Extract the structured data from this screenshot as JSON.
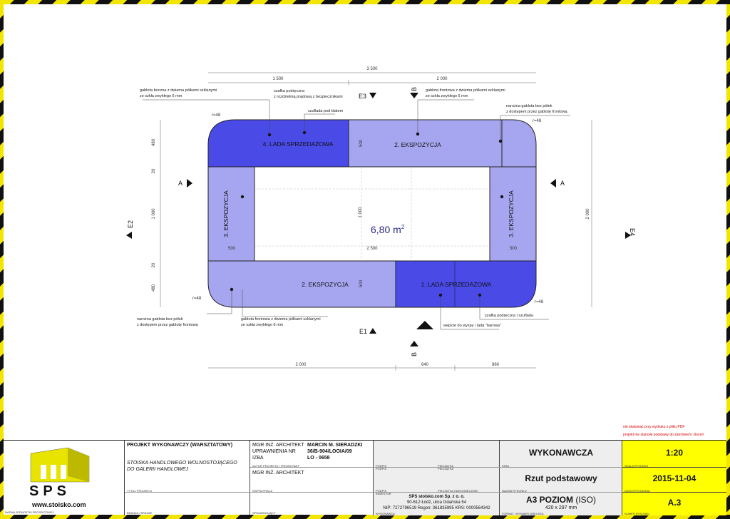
{
  "drawing": {
    "area_label": "6,80 m",
    "area_sup": "2",
    "zones": {
      "lada4": "4. LADA SPRZEDAŻOWA",
      "ekspo2_top": "2. EKSPOZYCJA",
      "ekspo3_left": "3. EKSPOZYCJA",
      "ekspo3_right": "3. EKSPOZYCJA",
      "ekspo2_bottom": "2. EKSPOZYCJA",
      "lada1": "1. LADA SPRZEDAŻOWA"
    },
    "annotations": {
      "a1": "gablota boczna z dwiema półkami szklanymi",
      "a1b": "ze szkła zwykłego 6 mm",
      "a2": "szafka podręczna",
      "a2b": "z rozdzielnią prądową z bezpiecznikami",
      "a3": "szuflada pod blatem",
      "a4": "gablota frontowa z dwiema półkami szklanymi",
      "a4b": "ze szkła zwykłego 6 mm",
      "a5": "narożna gablota bez półek",
      "a5b": "z dostępem przez gablotę frontową",
      "a6": "narożna gablota bez półek",
      "a6b": "z dostępem przez gablotę frontową",
      "a7": "gablota frontowa z dwiema półkami szklanymi",
      "a7b": "ze szkła zwykłego 6 mm",
      "a8": "szafka podręczna i szuflada",
      "a9": "wejście do wyspy / lada \"barowa\""
    },
    "dims": {
      "top_total": "3 500",
      "top_left": "1 500",
      "top_right": "2 000",
      "bottom_left": "2 000",
      "bottom_mid": "640",
      "bottom_right": "860",
      "left_480a": "480",
      "left_20a": "20",
      "left_1000": "1 000",
      "left_20b": "20",
      "left_480b": "480",
      "right_2000": "2 000",
      "inner_500a": "500",
      "inner_500b": "500",
      "inner_500c": "500",
      "inner_500d": "500",
      "inner_1000": "1 000",
      "inner_2500": "2 500",
      "r1": "r=48",
      "r2": "r=48",
      "r3": "r=48",
      "r4": "r=48"
    },
    "markers": {
      "A_left": "A",
      "A_right": "A",
      "B_top": "B",
      "B_bottom": "B",
      "E1": "E1",
      "E2": "E2",
      "E3": "E3",
      "E4": "E4"
    }
  },
  "warnings": {
    "w1": "nie skalować przy wydruku z pliku PDF",
    "w2": "projekt nie stanowi podstawy do zamówień i zleceń"
  },
  "title_block": {
    "logo_text": "SPS",
    "logo_url": "www.stoisko.com",
    "logo_caption": "NAZWA JEDNOSTKI PROJEKTOWEJ",
    "project_type": "PROJEKT WYKONAWCZY (WARSZTATOWY)",
    "project_title_line1": "STOISKA HANDLOWEGO WOLNOSTOJĄCEGO",
    "project_title_line2": "DO GALERII HANDLOWEJ",
    "project_title_caption": "TYTUŁ PROJEKTU",
    "branch_caption": "BRANŻA / BRANŻE",
    "role1": "MGR INŻ. ARCHITEKT",
    "role1_line2": "UPRAWNIENIA NR",
    "role1_line3": "IZBA",
    "name1": "MARCIN M. SIERADZKI",
    "permit": "36/B-904/LOOIA/09",
    "izba": "LO - 0658",
    "author_caption": "AUTOR PROJEKTU / PROJEKTANT",
    "role2": "MGR INŻ. ARCHITEKT",
    "cowork_caption": "WSPÓŁPRACA",
    "check_caption": "SPRAWDZAJĄCY",
    "sig1": "PODPIS",
    "sig2": "PIECZĄTKA",
    "sig3": "PODPIS",
    "sig4": "PIECZĄTKA (NIEKONIECZNIE)",
    "sig5": "PODPIS",
    "sig6": "PIECZĄTKA",
    "investor_caption": "INWESTOR",
    "company1": "SPS stoisko.com  Sp. z o. o.",
    "company2": "90-612 Łódź,  ulica Gdańska 54",
    "company3": "NIP: 7272796519 Regon: 361835995 KRS: 0000564342",
    "company_caption": "WYKONAWCA",
    "phase": "WYKONAWCZA",
    "phase_caption": "FAZA",
    "drawing_name": "Rzut podstawowy",
    "drawing_name_caption": "NAZWA RYSUNKU",
    "format_main": "A3 POZIOM",
    "format_iso": " (ISO)",
    "format_dim": "420 x 297 mm",
    "format_caption": "FORMAT I WYMIARY ARKUSZA",
    "scale": "1:20",
    "scale_caption": "SKALA RYSUNKU",
    "date": "2015-11-04",
    "date_caption": "DATA WYKONANIA",
    "sheet": "A.3",
    "sheet_caption": "NUMER RYSUNKU",
    "accent_yellow": "#ffff00"
  }
}
